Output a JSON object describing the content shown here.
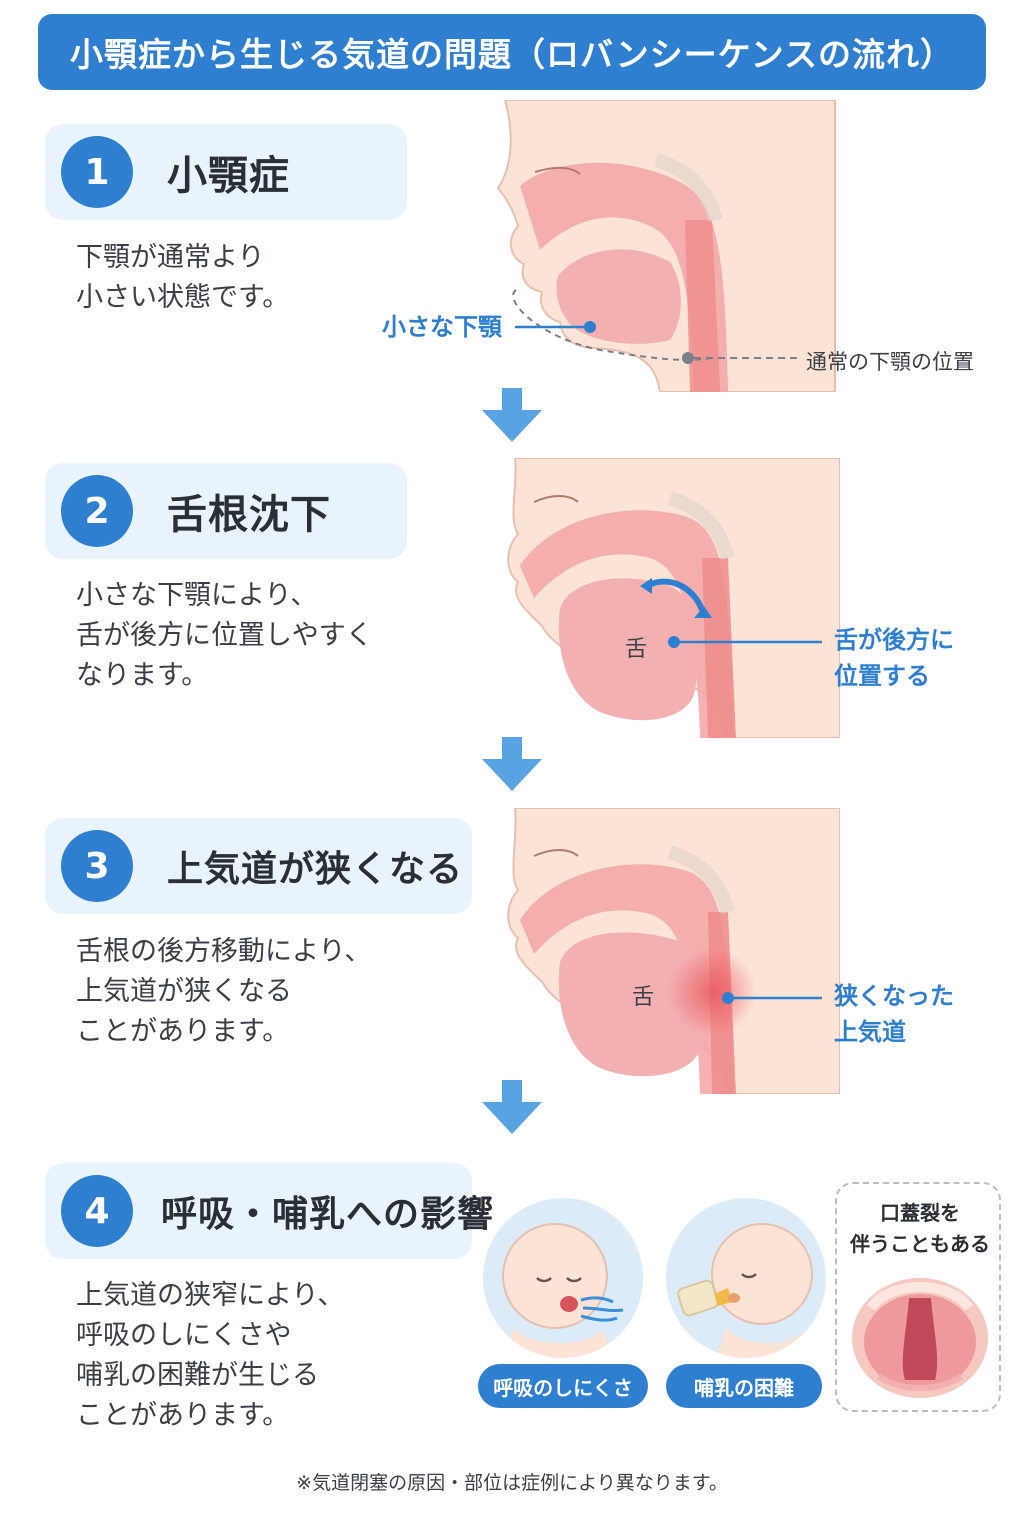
{
  "title": "小顎症から生じる気道の問題（ロバンシーケンスの流れ）",
  "steps": [
    {
      "number": "1",
      "title": "小顎症",
      "desc": [
        "下顎が通常より",
        "小さい状態です。"
      ]
    },
    {
      "number": "2",
      "title": "舌根沈下",
      "desc": [
        "小さな下顎により、",
        "舌が後方に位置しやすく",
        "なります。"
      ]
    },
    {
      "number": "3",
      "title": "上気道が狭くなる",
      "desc": [
        "舌根の後方移動により、",
        "上気道が狭くなる",
        "ことがあります。"
      ]
    },
    {
      "number": "4",
      "title": "呼吸・哺乳への影響",
      "desc": [
        "上気道の狭窄により、",
        "呼吸のしにくさや",
        "哺乳の困難が生じる",
        "ことがあります。"
      ]
    }
  ],
  "panel1": {
    "small_jaw_label": "小さな下顎",
    "normal_jaw_label": "通常の下顎の位置"
  },
  "panel2": {
    "tongue_label": "舌",
    "callout": [
      "舌が後方に",
      "位置する"
    ]
  },
  "panel3": {
    "tongue_label": "舌",
    "callout": [
      "狭くなった",
      "上気道"
    ]
  },
  "panel4": {
    "breathing_label": "呼吸のしにくさ",
    "feeding_label": "哺乳の困難",
    "cleft_text": [
      "口蓋裂を",
      "伴うこともある"
    ]
  },
  "footnote": "※気道閉塞の原因・部位は症例により異なります。",
  "colors": {
    "accent": "#2f7fd0",
    "card": "#e9f3fc",
    "skin": "#fbe3d6",
    "tissue": "#f2a4a4"
  }
}
